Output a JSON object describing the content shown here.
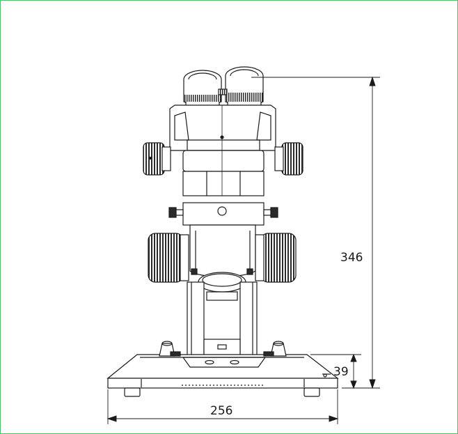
{
  "dimensions": {
    "total_height": "346",
    "base_height": "39",
    "base_width": "256"
  },
  "colors": {
    "frame_border": "#4cc06a",
    "line": "#1a1a1a",
    "knob_dark": "#3a3a3a"
  }
}
